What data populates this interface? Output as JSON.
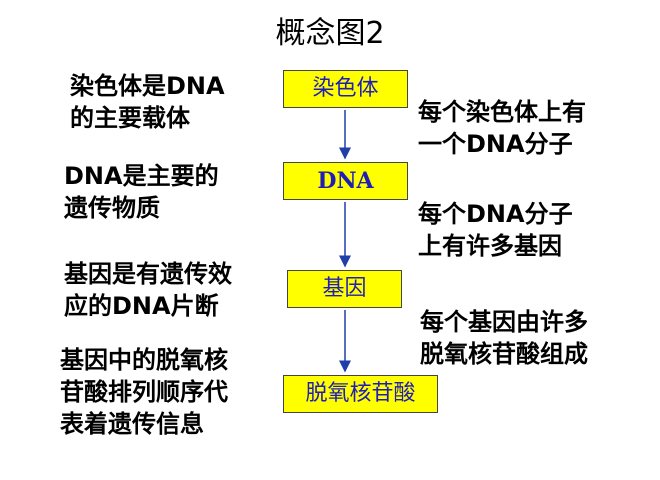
{
  "title": "概念图2",
  "boxes": {
    "chromosome": "染色体",
    "dna": "DNA",
    "gene": "基因",
    "nucleotide": "脱氧核苷酸"
  },
  "left_notes": {
    "chromosome_carrier": [
      "染色体是DNA",
      "的主要载体"
    ],
    "dna_material": [
      "DNA是主要的",
      "遗传物质"
    ],
    "gene_fragment": [
      "基因是有遗传效",
      "应的DNA片断"
    ],
    "gene_info": [
      "基因中的脱氧核",
      "苷酸排列顺序代",
      "表着遗传信息"
    ]
  },
  "right_notes": {
    "one_dna": [
      "每个染色体上有",
      "一个DNA分子"
    ],
    "many_genes": [
      "每个DNA分子",
      "上有许多基因"
    ],
    "many_nucleotides": [
      "每个基因由许多",
      "脱氧核苷酸组成"
    ]
  },
  "colors": {
    "box_fill": "#ffff00",
    "box_text": "#1f1fb8",
    "arrow": "#1f3fa8"
  }
}
